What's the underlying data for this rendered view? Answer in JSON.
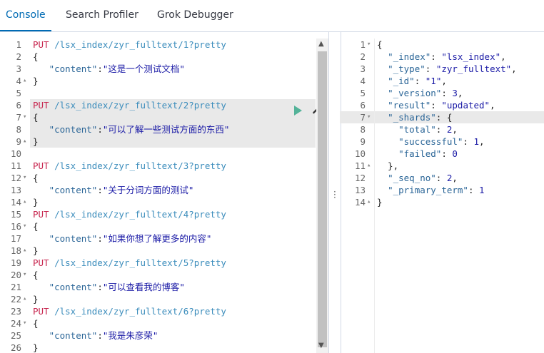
{
  "tabs": [
    "Console",
    "Search Profiler",
    "Grok Debugger"
  ],
  "request_lines": [
    {
      "n": "1",
      "fold": "",
      "parts": [
        [
          "method",
          "PUT"
        ],
        [
          "url",
          " /lsx_index/zyr_fulltext/1?pretty"
        ]
      ]
    },
    {
      "n": "2",
      "fold": "",
      "parts": [
        [
          "plain",
          "{"
        ]
      ]
    },
    {
      "n": "3",
      "fold": "",
      "parts": [
        [
          "plain",
          "   "
        ],
        [
          "key",
          "\"content\""
        ],
        [
          "plain",
          ":"
        ],
        [
          "str",
          "\"这是一个测试文档\""
        ]
      ]
    },
    {
      "n": "4",
      "fold": "▴",
      "parts": [
        [
          "plain",
          "}"
        ]
      ]
    },
    {
      "n": "5",
      "fold": "",
      "parts": [
        [
          "plain",
          ""
        ]
      ]
    },
    {
      "n": "6",
      "fold": "",
      "parts": [
        [
          "method",
          "PUT"
        ],
        [
          "url",
          " /lsx_index/zyr_fulltext/2?pretty"
        ]
      ]
    },
    {
      "n": "7",
      "fold": "▾",
      "parts": [
        [
          "plain",
          "{"
        ]
      ]
    },
    {
      "n": "8",
      "fold": "",
      "parts": [
        [
          "plain",
          "   "
        ],
        [
          "key",
          "\"content\""
        ],
        [
          "plain",
          ":"
        ],
        [
          "str",
          "\"可以了解一些测试方面的东西\""
        ]
      ]
    },
    {
      "n": "9",
      "fold": "▴",
      "parts": [
        [
          "plain",
          "}"
        ]
      ]
    },
    {
      "n": "10",
      "fold": "",
      "parts": [
        [
          "plain",
          ""
        ]
      ]
    },
    {
      "n": "11",
      "fold": "",
      "parts": [
        [
          "method",
          "PUT"
        ],
        [
          "url",
          " /lsx_index/zyr_fulltext/3?pretty"
        ]
      ]
    },
    {
      "n": "12",
      "fold": "▾",
      "parts": [
        [
          "plain",
          "{"
        ]
      ]
    },
    {
      "n": "13",
      "fold": "",
      "parts": [
        [
          "plain",
          "   "
        ],
        [
          "key",
          "\"content\""
        ],
        [
          "plain",
          ":"
        ],
        [
          "str",
          "\"关于分词方面的测试\""
        ]
      ]
    },
    {
      "n": "14",
      "fold": "▴",
      "parts": [
        [
          "plain",
          "}"
        ]
      ]
    },
    {
      "n": "15",
      "fold": "",
      "parts": [
        [
          "method",
          "PUT"
        ],
        [
          "url",
          " /lsx_index/zyr_fulltext/4?pretty"
        ]
      ]
    },
    {
      "n": "16",
      "fold": "▾",
      "parts": [
        [
          "plain",
          "{"
        ]
      ]
    },
    {
      "n": "17",
      "fold": "",
      "parts": [
        [
          "plain",
          "   "
        ],
        [
          "key",
          "\"content\""
        ],
        [
          "plain",
          ":"
        ],
        [
          "str",
          "\"如果你想了解更多的内容\""
        ]
      ]
    },
    {
      "n": "18",
      "fold": "▴",
      "parts": [
        [
          "plain",
          "}"
        ]
      ]
    },
    {
      "n": "19",
      "fold": "",
      "parts": [
        [
          "method",
          "PUT"
        ],
        [
          "url",
          " /lsx_index/zyr_fulltext/5?pretty"
        ]
      ]
    },
    {
      "n": "20",
      "fold": "▾",
      "parts": [
        [
          "plain",
          "{"
        ]
      ]
    },
    {
      "n": "21",
      "fold": "",
      "parts": [
        [
          "plain",
          "   "
        ],
        [
          "key",
          "\"content\""
        ],
        [
          "plain",
          ":"
        ],
        [
          "str",
          "\"可以查看我的博客\""
        ]
      ]
    },
    {
      "n": "22",
      "fold": "▴",
      "parts": [
        [
          "plain",
          "}"
        ]
      ]
    },
    {
      "n": "23",
      "fold": "",
      "parts": [
        [
          "method",
          "PUT"
        ],
        [
          "url",
          " /lsx_index/zyr_fulltext/6?pretty"
        ]
      ]
    },
    {
      "n": "24",
      "fold": "▾",
      "parts": [
        [
          "plain",
          "{"
        ]
      ]
    },
    {
      "n": "25",
      "fold": "",
      "parts": [
        [
          "plain",
          "   "
        ],
        [
          "key",
          "\"content\""
        ],
        [
          "plain",
          ":"
        ],
        [
          "str",
          "\"我是朱彦荣\""
        ]
      ]
    },
    {
      "n": "26",
      "fold": "",
      "parts": [
        [
          "plain",
          "}"
        ]
      ]
    }
  ],
  "response_lines": [
    {
      "n": "1",
      "fold": "▾",
      "parts": [
        [
          "plain",
          "{"
        ]
      ]
    },
    {
      "n": "2",
      "fold": "",
      "parts": [
        [
          "plain",
          "  "
        ],
        [
          "key",
          "\"_index\""
        ],
        [
          "plain",
          ": "
        ],
        [
          "str",
          "\"lsx_index\""
        ],
        [
          "plain",
          ","
        ]
      ]
    },
    {
      "n": "3",
      "fold": "",
      "parts": [
        [
          "plain",
          "  "
        ],
        [
          "key",
          "\"_type\""
        ],
        [
          "plain",
          ": "
        ],
        [
          "str",
          "\"zyr_fulltext\""
        ],
        [
          "plain",
          ","
        ]
      ]
    },
    {
      "n": "4",
      "fold": "",
      "parts": [
        [
          "plain",
          "  "
        ],
        [
          "key",
          "\"_id\""
        ],
        [
          "plain",
          ": "
        ],
        [
          "str",
          "\"1\""
        ],
        [
          "plain",
          ","
        ]
      ]
    },
    {
      "n": "5",
      "fold": "",
      "parts": [
        [
          "plain",
          "  "
        ],
        [
          "key",
          "\"_version\""
        ],
        [
          "plain",
          ": "
        ],
        [
          "num",
          "3"
        ],
        [
          "plain",
          ","
        ]
      ]
    },
    {
      "n": "6",
      "fold": "",
      "parts": [
        [
          "plain",
          "  "
        ],
        [
          "key",
          "\"result\""
        ],
        [
          "plain",
          ": "
        ],
        [
          "str",
          "\"updated\""
        ],
        [
          "plain",
          ","
        ]
      ]
    },
    {
      "n": "7",
      "fold": "▾",
      "parts": [
        [
          "plain",
          "  "
        ],
        [
          "key",
          "\"_shards\""
        ],
        [
          "plain",
          ": {"
        ]
      ]
    },
    {
      "n": "8",
      "fold": "",
      "parts": [
        [
          "plain",
          "    "
        ],
        [
          "key",
          "\"total\""
        ],
        [
          "plain",
          ": "
        ],
        [
          "num",
          "2"
        ],
        [
          "plain",
          ","
        ]
      ]
    },
    {
      "n": "9",
      "fold": "",
      "parts": [
        [
          "plain",
          "    "
        ],
        [
          "key",
          "\"successful\""
        ],
        [
          "plain",
          ": "
        ],
        [
          "num",
          "1"
        ],
        [
          "plain",
          ","
        ]
      ]
    },
    {
      "n": "10",
      "fold": "",
      "parts": [
        [
          "plain",
          "    "
        ],
        [
          "key",
          "\"failed\""
        ],
        [
          "plain",
          ": "
        ],
        [
          "num",
          "0"
        ]
      ]
    },
    {
      "n": "11",
      "fold": "▴",
      "parts": [
        [
          "plain",
          "  },"
        ]
      ]
    },
    {
      "n": "12",
      "fold": "",
      "parts": [
        [
          "plain",
          "  "
        ],
        [
          "key",
          "\"_seq_no\""
        ],
        [
          "plain",
          ": "
        ],
        [
          "num",
          "2"
        ],
        [
          "plain",
          ","
        ]
      ]
    },
    {
      "n": "13",
      "fold": "",
      "parts": [
        [
          "plain",
          "  "
        ],
        [
          "key",
          "\"_primary_term\""
        ],
        [
          "plain",
          ": "
        ],
        [
          "num",
          "1"
        ]
      ]
    },
    {
      "n": "14",
      "fold": "▴",
      "parts": [
        [
          "plain",
          "}"
        ]
      ]
    }
  ]
}
